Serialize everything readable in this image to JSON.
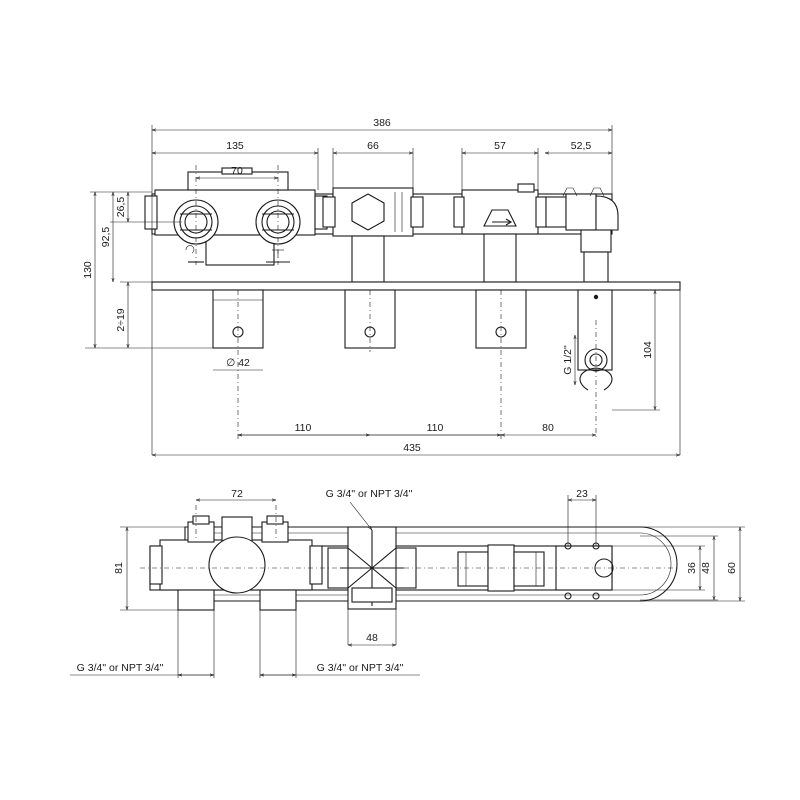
{
  "front_view": {
    "dimensions": {
      "overall_top": "386",
      "left_body": "135",
      "outlet_spacing": "70",
      "diverter_body": "66",
      "valve_body": "57",
      "elbow_body": "52,5",
      "height_26": "26,5",
      "height_92": "92,5",
      "height_130": "130",
      "depth_range": "2÷19",
      "knob_diameter": "∅ 42",
      "connection_label": "G 1/2\"",
      "plate_height": "104",
      "spacing_1": "110",
      "spacing_2": "110",
      "spacing_3": "80",
      "overall_bottom": "435"
    }
  },
  "top_view": {
    "dimensions": {
      "inlet_spacing": "72",
      "top_connection": "G 3/4\" or NPT 3/4\"",
      "slot_width": "23",
      "height_81": "81",
      "height_36": "36",
      "height_48_right": "48",
      "height_60": "60",
      "cross_width": "48",
      "inlet_left": "G 3/4\" or NPT 3/4\"",
      "inlet_right": "G 3/4\" or NPT 3/4\""
    }
  }
}
